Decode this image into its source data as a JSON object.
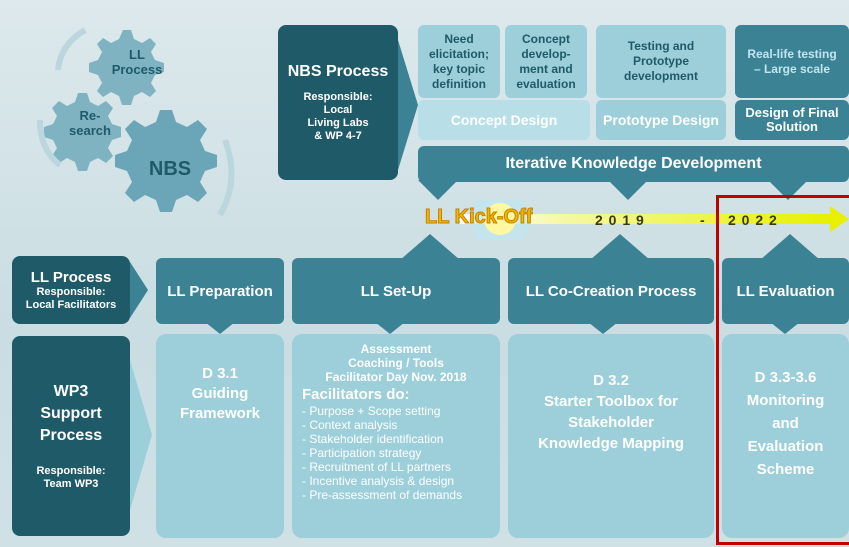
{
  "gears": {
    "ll_process": "LL Process",
    "research": "Re-search",
    "nbs": "NBS"
  },
  "nbs_box": {
    "title": "NBS Process",
    "responsible": "Responsible:",
    "who": [
      "Local",
      "Living Labs",
      "& WP 4-7"
    ]
  },
  "top_stages": [
    {
      "text": "Need elicitation; key topic definition"
    },
    {
      "text": "Concept develop-ment and evaluation"
    },
    {
      "text": "Testing and Prototype development"
    },
    {
      "text": "Real-life testing – Large scale"
    }
  ],
  "phases": {
    "concept": "Concept Design",
    "prototype": "Prototype Design",
    "final": "Design of Final Solution"
  },
  "iterative": "Iterative Knowledge Development",
  "timeline": {
    "kickoff": "LL Kick-Off",
    "year1": "2 0 1 9",
    "sep": "-",
    "year2": "2 0 2 2"
  },
  "ll_process": {
    "title": "LL Process",
    "responsible": "Responsible:",
    "who": "Local Facilitators"
  },
  "steps": [
    "LL Preparation",
    "LL Set-Up",
    "LL Co-Creation Process",
    "LL Evaluation"
  ],
  "wp3": {
    "title": "WP3 Support Process",
    "responsible": "Responsible:",
    "who": "Team WP3"
  },
  "deliverables": {
    "d31": "D 3.1 Guiding Framework",
    "setup_head": [
      "Assessment",
      "Coaching / Tools",
      "Facilitator Day Nov. 2018"
    ],
    "facilitators": "Facilitators do:",
    "tasks": [
      "- Purpose + Scope setting",
      "- Context analysis",
      " - Stakeholder identification",
      "- Participation strategy",
      "- Recruitment  of LL partners",
      "- Incentive analysis & design",
      "- Pre-assessment of demands"
    ],
    "d32": [
      "D 3.2",
      "Starter Toolbox for",
      "Stakeholder",
      "Knowledge Mapping"
    ],
    "d33": [
      "D 3.3-3.6",
      "Monitoring",
      "and",
      "Evaluation",
      "Scheme"
    ]
  },
  "colors": {
    "dark": "#1f5a68",
    "mid": "#3c8295",
    "light": "#9dcfdb",
    "highlight": "#c00000",
    "timeline": "#e8f000"
  }
}
